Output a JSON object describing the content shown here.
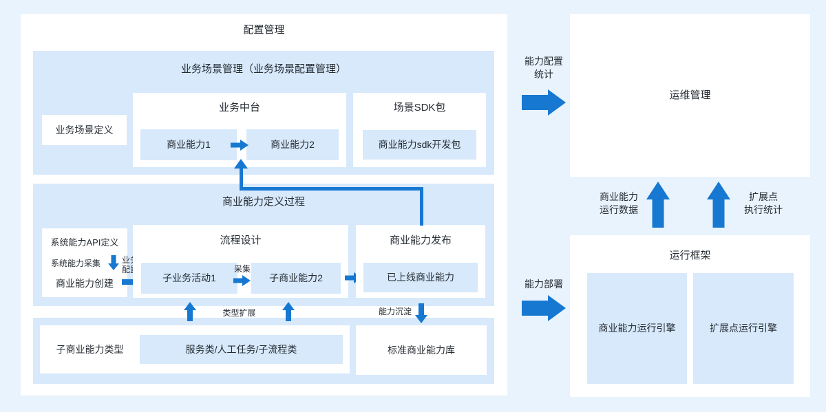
{
  "colors": {
    "accent": "#1778d2",
    "panel_blue": "#d7e9fb",
    "page_bg": "#e9f3fd",
    "text": "#262c33"
  },
  "config": {
    "title": "配置管理",
    "scenario": {
      "title": "业务场景管理（业务场景配置管理）",
      "scenario_def": "业务场景定义",
      "mid_platform_title": "业务中台",
      "cap1": "商业能力1",
      "cap2": "商业能力2",
      "sdk_title": "场景SDK包",
      "sdk_item": "商业能力sdk开发包"
    },
    "capability": {
      "title": "商业能力定义过程",
      "api_def": "系统能力API定义",
      "collect_sys": "系统能力采集",
      "create": "商业能力创建",
      "biz_config": [
        "业务",
        "配置"
      ],
      "design_title": "流程设计",
      "sub_activity": "子业务活动1",
      "collect": "采集",
      "sub_cap": "子商业能力2",
      "publish_title": "商业能力发布",
      "online_cap": "已上线商业能力"
    },
    "types": {
      "label": "子商业能力类型",
      "kinds": "服务类/人工任务/子流程类",
      "std_lib": "标准商业能力库",
      "type_extend": "类型扩展",
      "cap_settle": "能力沉淀"
    }
  },
  "right": {
    "ops_title": "运维管理",
    "runtime_title": "运行框架",
    "engine_cap": "商业能力运行引擎",
    "engine_ext": "扩展点运行引擎",
    "cap_config_stat": [
      "能力配置",
      "统计"
    ],
    "cap_deploy": "能力部署",
    "cap_run_data": [
      "商业能力",
      "运行数据"
    ],
    "ext_exec_stat": [
      "扩展点",
      "执行统计"
    ]
  }
}
